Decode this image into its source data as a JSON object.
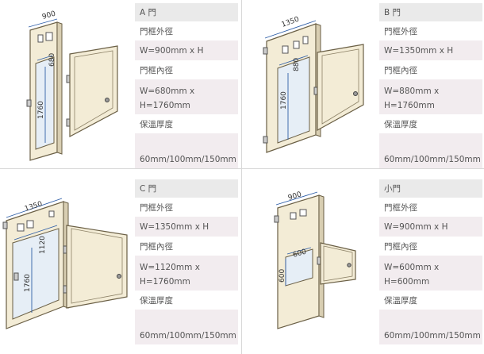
{
  "panels": [
    {
      "title": "A 門",
      "outer_label": "門框外徑",
      "outer_value": "W=900mm x H",
      "inner_label": "門框內徑",
      "inner_w": "W=680mm x",
      "inner_h": "H=1760mm",
      "thickness_label": "保溫厚度",
      "thickness_value": "60mm/100mm/150mm",
      "dim_top": "900",
      "dim_inner": "680",
      "dim_height": "1760"
    },
    {
      "title": "B 門",
      "outer_label": "門框外徑",
      "outer_value": "W=1350mm x H",
      "inner_label": "門框內徑",
      "inner_w": "W=880mm x",
      "inner_h": "H=1760mm",
      "thickness_label": "保溫厚度",
      "thickness_value": "60mm/100mm/150mm",
      "dim_top": "1350",
      "dim_inner": "880",
      "dim_height": "1760"
    },
    {
      "title": "C 門",
      "outer_label": "門框外徑",
      "outer_value": "W=1350mm x H",
      "inner_label": "門框內徑",
      "inner_w": "W=1120mm x",
      "inner_h": "H=1760mm",
      "thickness_label": "保溫厚度",
      "thickness_value": "60mm/100mm/150mm",
      "dim_top": "1350",
      "dim_inner": "1120",
      "dim_height": "1760"
    },
    {
      "title": "小門",
      "outer_label": "門框外徑",
      "outer_value": "W=900mm x H",
      "inner_label": "門框內徑",
      "inner_w": "W=600mm x",
      "inner_h": "H=600mm",
      "thickness_label": "保溫厚度",
      "thickness_value": "60mm/100mm/150mm",
      "dim_top": "900",
      "dim_inner": "600",
      "dim_height": "600"
    }
  ],
  "colors": {
    "frame_fill": "#f3ecd6",
    "frame_stroke": "#6a5f45",
    "glass_fill": "#e6eef6",
    "dim_line": "#2f5fa8",
    "title_bg": "#eaeaea",
    "value_bg": "#f2ecef"
  }
}
